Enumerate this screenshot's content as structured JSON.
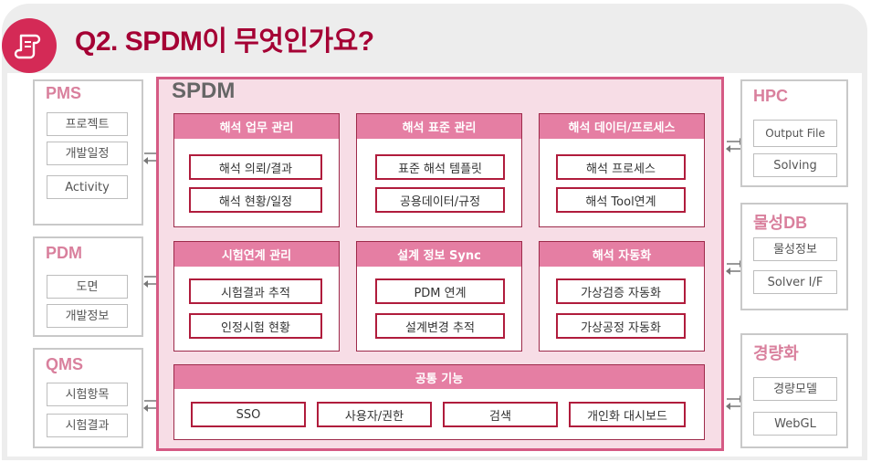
{
  "title": "Q2. SPDM이 무엇인가요?",
  "spdm": {
    "name": "SPDM",
    "modules": [
      {
        "name": "해석 업무 관리",
        "items": [
          "해석 의뢰/결과",
          "해석 현황/일정"
        ]
      },
      {
        "name": "해석 표준 관리",
        "items": [
          "표준 해석 템플릿",
          "공용데이터/규정"
        ]
      },
      {
        "name": "해석 데이터/프로세스",
        "items": [
          "해석 프로세스",
          "해석 Tool연계"
        ]
      },
      {
        "name": "시험연계 관리",
        "items": [
          "시험결과 추적",
          "인정시험 현황"
        ]
      },
      {
        "name": "설계 정보 Sync",
        "items": [
          "PDM 연계",
          "설계변경 추적"
        ]
      },
      {
        "name": "해석 자동화",
        "items": [
          "가상검증 자동화",
          "가상공정 자동화"
        ]
      }
    ],
    "common": {
      "name": "공통 기능",
      "items": [
        "SSO",
        "사용자/권한",
        "검색",
        "개인화 대시보드"
      ]
    }
  },
  "left_systems": [
    {
      "name": "PMS",
      "items": [
        "프로젝트",
        "개발일정",
        "Activity"
      ]
    },
    {
      "name": "PDM",
      "items": [
        "도면",
        "개발정보"
      ]
    },
    {
      "name": "QMS",
      "items": [
        "시험항목",
        "시험결과"
      ]
    }
  ],
  "right_systems": [
    {
      "name": "HPC",
      "items": [
        "Output File",
        "Solving"
      ]
    },
    {
      "name": "물성DB",
      "items": [
        "물성정보",
        "Solver I/F"
      ]
    },
    {
      "name": "경량화",
      "items": [
        "경량모델",
        "WebGL"
      ]
    }
  ],
  "colors": {
    "brand": "#a50034",
    "module_header": "#e57ea3",
    "spdm_border": "#d55a84",
    "spdm_fill": "#f7dde6",
    "system_name": "#d9809d"
  }
}
